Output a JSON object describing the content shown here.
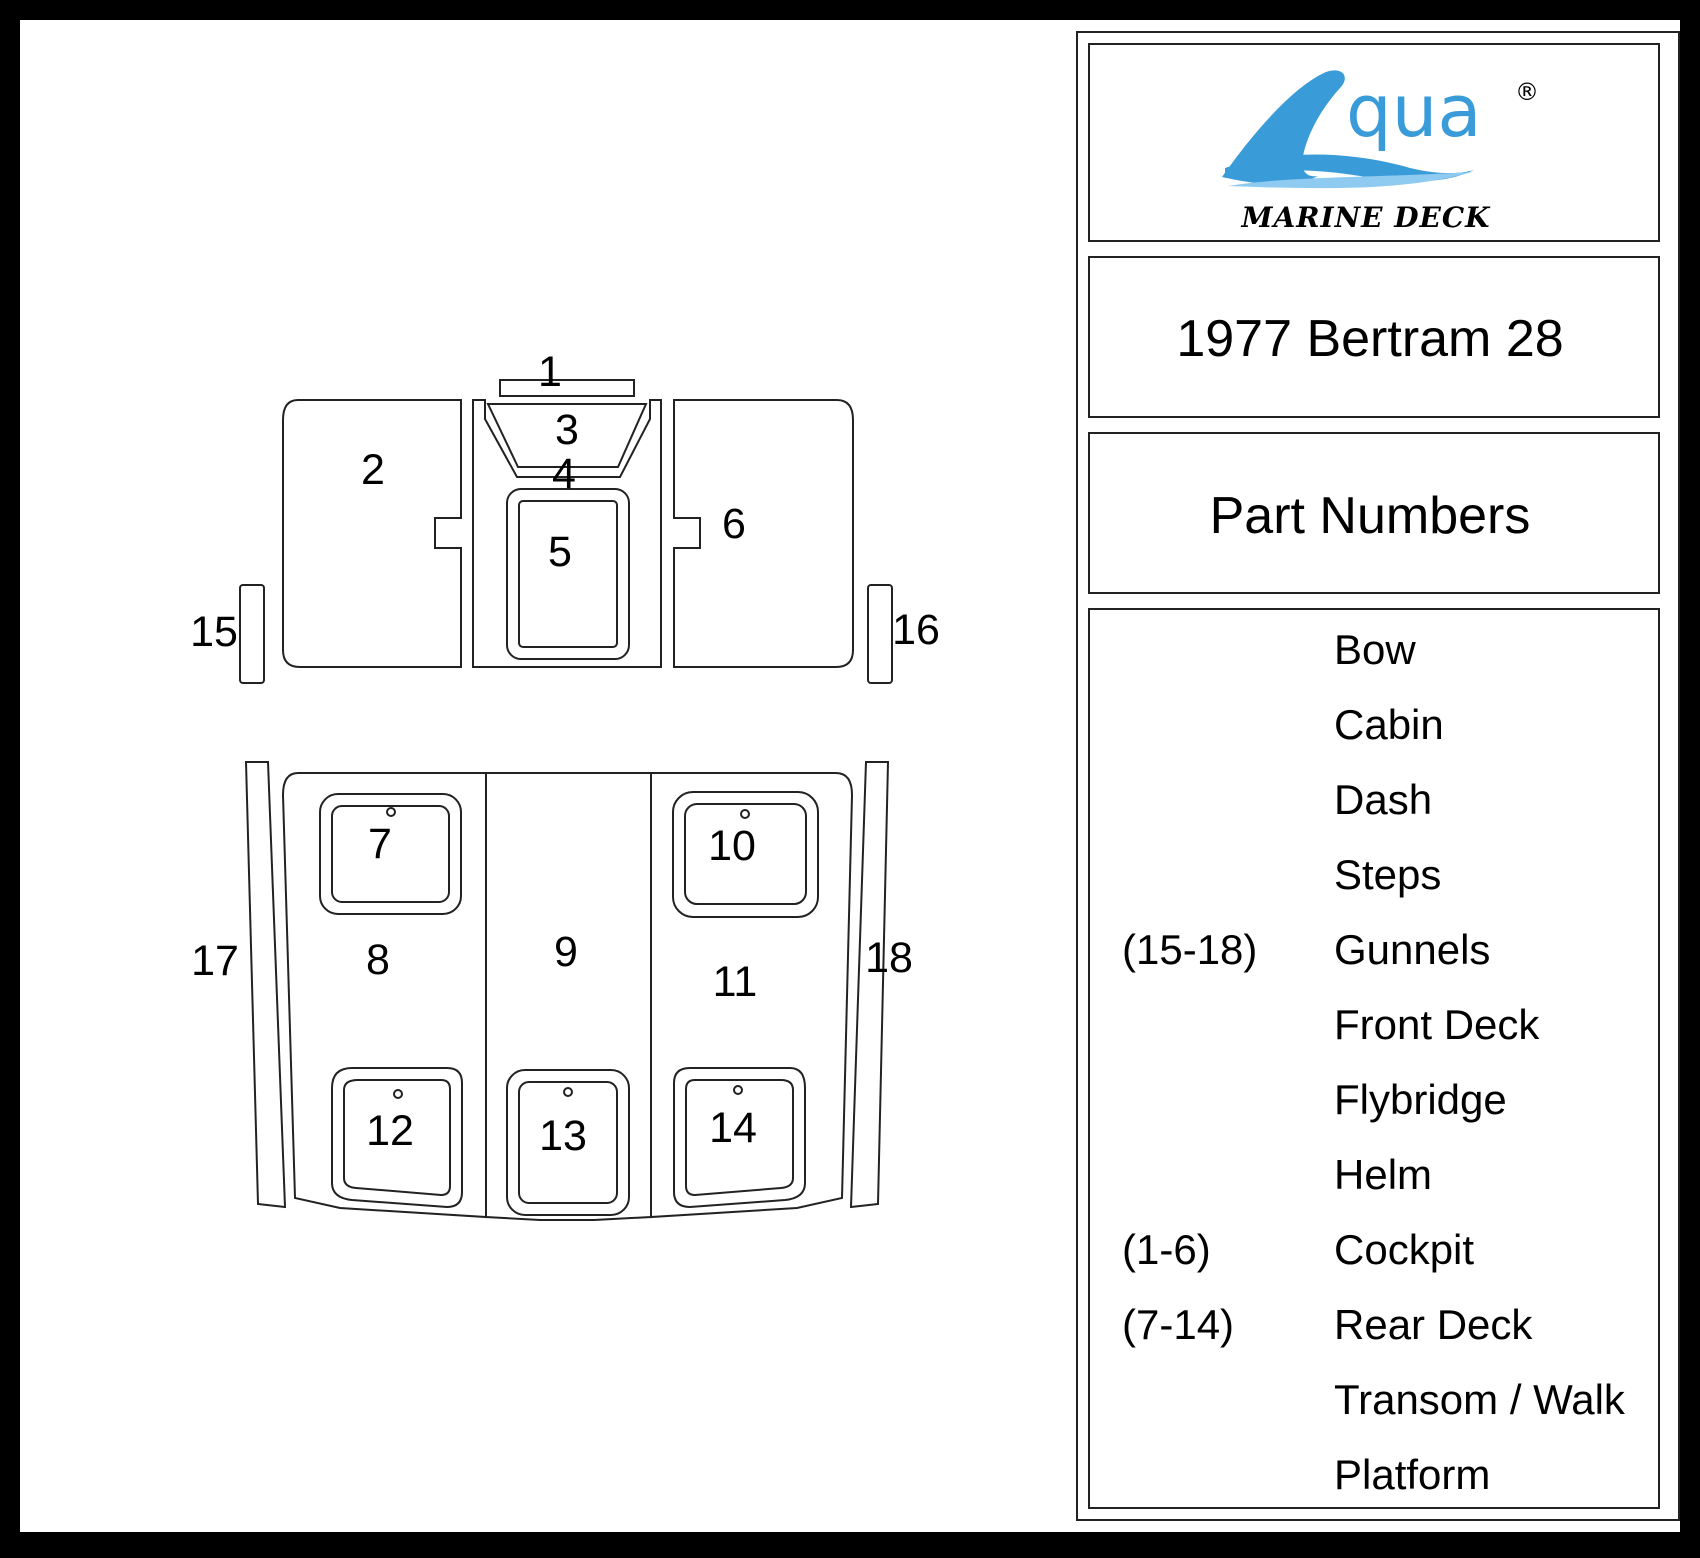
{
  "brand": {
    "logo_text": "qua",
    "registered_mark": "®",
    "tagline": "MARINE DECK",
    "colors": {
      "logo_primary": "#3a9bd9",
      "logo_light": "#8fcaf0"
    }
  },
  "title": "1977 Bertram 28",
  "subtitle": "Part Numbers",
  "diagram": {
    "part_labels": [
      "1",
      "2",
      "3",
      "4",
      "5",
      "6",
      "7",
      "8",
      "9",
      "10",
      "11",
      "12",
      "13",
      "14",
      "15",
      "16",
      "17",
      "18"
    ]
  },
  "legend": [
    {
      "range": "",
      "name": "Bow"
    },
    {
      "range": "",
      "name": "Cabin"
    },
    {
      "range": "",
      "name": "Dash"
    },
    {
      "range": "",
      "name": "Steps"
    },
    {
      "range": "(15-18)",
      "name": "Gunnels"
    },
    {
      "range": "",
      "name": "Front Deck"
    },
    {
      "range": "",
      "name": "Flybridge"
    },
    {
      "range": "",
      "name": "Helm"
    },
    {
      "range": "(1-6)",
      "name": "Cockpit"
    },
    {
      "range": "(7-14)",
      "name": "Rear Deck"
    },
    {
      "range": "",
      "name": "Transom / Walk"
    },
    {
      "range": "",
      "name": "Platform"
    }
  ]
}
